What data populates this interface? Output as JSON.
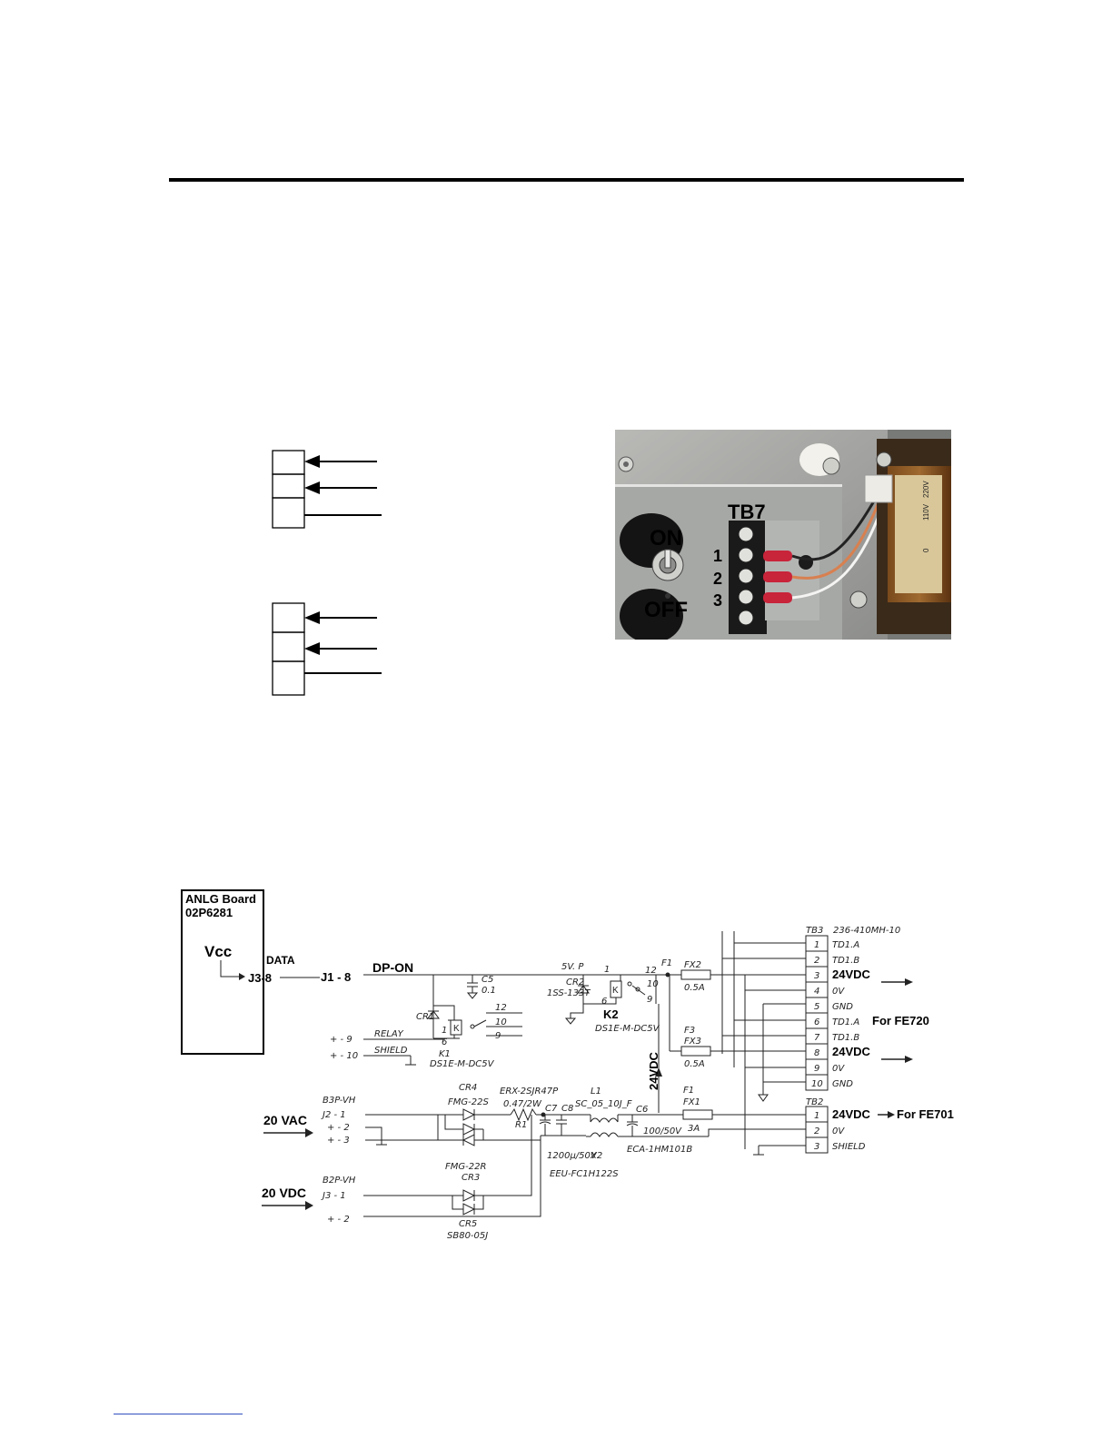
{
  "photo": {
    "tb7_label": "TB7",
    "on_label": "ON",
    "off_label": "OFF",
    "terminals": [
      "1",
      "2",
      "3"
    ],
    "transformer_marks": [
      "110V",
      "220V",
      "0"
    ]
  },
  "schematic": {
    "anlg_title": "ANLG Board",
    "anlg_part": "02P6281",
    "vcc": "Vcc",
    "data": "DATA",
    "j3_8": "J3-8",
    "j1_8": "J1 - 8",
    "dp_on": "DP-ON",
    "c5": "C5",
    "c5_val": "0.1",
    "cr1": "CR1",
    "k1": "K1",
    "k1_part": "DS1E-M-DC5V",
    "k1_pins": [
      "1",
      "6",
      "12",
      "10",
      "9"
    ],
    "relay_pin": "+ - 9",
    "relay_label": "RELAY",
    "shield_pin": "+ - 10",
    "shield_label": "SHIELD",
    "v5p": "5V. P",
    "cr2": "CR2",
    "cr2_part": "1SS-133T",
    "k2": "K2",
    "k2_part": "DS1E-M-DC5V",
    "k2_pins": [
      "1",
      "6",
      "12",
      "10",
      "9"
    ],
    "f1": "F1",
    "fx2": "FX2",
    "fx2_val": "0.5A",
    "f3": "F3",
    "fx3": "FX3",
    "fx3_val": "0.5A",
    "v24_vertical": "24VDC",
    "b3p": "B3P-VH",
    "j2_1": "J2 - 1",
    "j2_2": "+ - 2",
    "j2_3": "+ - 3",
    "vac_label": "20 VAC",
    "cr4": "CR4",
    "cr4_part": "FMG-22S",
    "cr3_part": "FMG-22R",
    "cr3": "CR3",
    "r1_part": "ERX-2SJR47P",
    "r1_val": "0.47/2W",
    "r1": "R1",
    "c7": "C7",
    "c8": "C8",
    "l1": "L1",
    "l1_part": "SC_05_10J_F",
    "c6": "C6",
    "c6_val": "100/50V",
    "c6_part": "ECA-1HM101B",
    "c7_val": "1200μ/50V",
    "x2": "X2",
    "c7_part": "EEU-FC1H122S",
    "f1b": "F1",
    "fx1": "FX1",
    "fx1_val": "3A",
    "b2p": "B2P-VH",
    "j3_1": "J3 - 1",
    "j3_2": "+ - 2",
    "vdc_label": "20 VDC",
    "cr5": "CR5",
    "cr5_part": "SB80-05J",
    "tb3": "TB3",
    "tb3_part": "236-410MH-10",
    "tb3_rows": [
      {
        "n": "1",
        "sig": "TD1.A"
      },
      {
        "n": "2",
        "sig": "TD1.B"
      },
      {
        "n": "3",
        "sig": "24VDC"
      },
      {
        "n": "4",
        "sig": "0V"
      },
      {
        "n": "5",
        "sig": "GND"
      },
      {
        "n": "6",
        "sig": "TD1.A"
      },
      {
        "n": "7",
        "sig": "TD1.B"
      },
      {
        "n": "8",
        "sig": "24VDC"
      },
      {
        "n": "9",
        "sig": "0V"
      },
      {
        "n": "10",
        "sig": "GND"
      }
    ],
    "for_fe720": "For FE720",
    "tb2": "TB2",
    "tb2_rows": [
      {
        "n": "1",
        "sig": "24VDC"
      },
      {
        "n": "2",
        "sig": "0V"
      },
      {
        "n": "3",
        "sig": "SHIELD"
      }
    ],
    "for_fe701": "For FE701"
  }
}
